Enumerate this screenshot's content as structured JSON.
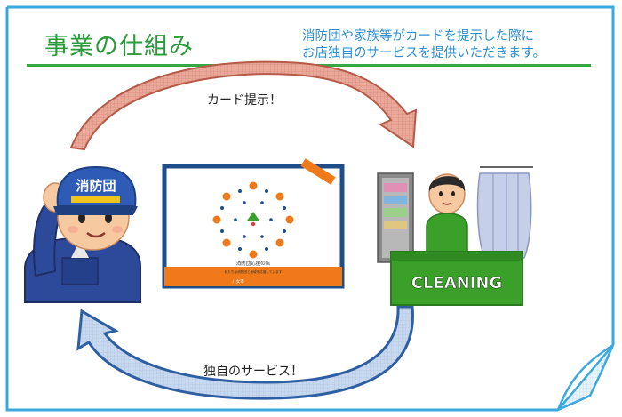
{
  "header": {
    "title": "事業の仕組み",
    "description_lines": [
      "消防団や家族等がカードを提示した際に",
      "お店独自のサービスを提供いただきます。"
    ]
  },
  "arrows": {
    "top_label": "カード提示！",
    "bottom_label": "独自のサービス！"
  },
  "firefighter": {
    "helmet_text": "消防団"
  },
  "card": {
    "line1": "消防団応援の店",
    "line2": "私たちは消防団と地域を応援しています",
    "city": "八女市"
  },
  "shop": {
    "counter_text": "CLEANING"
  },
  "colors": {
    "title_green": "#2a9a3a",
    "desc_blue": "#2e8fcf",
    "frame_blue": "#3aa9e0",
    "top_arrow_red": "#c86a55",
    "bottom_arrow_blue": "#2e5fa3",
    "card_orange": "#f07a1a",
    "card_navy": "#1f4d8a",
    "counter_green": "#3aa02a"
  }
}
